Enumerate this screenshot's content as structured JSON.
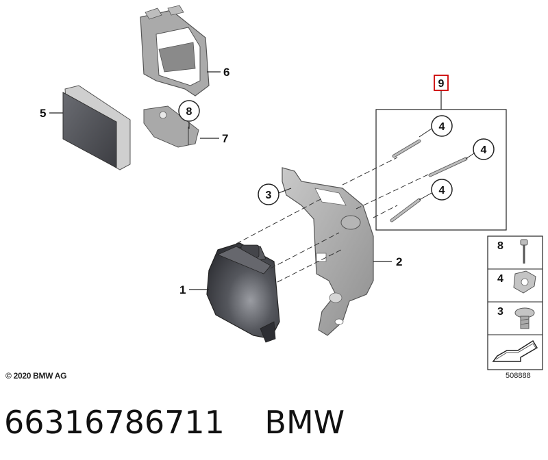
{
  "copyright": "© 2020 BMW AG",
  "diagram_id": "508888",
  "caption": "66316786711    BMW",
  "callouts": {
    "c1": "1",
    "c2": "2",
    "c3": "3",
    "c4a": "4",
    "c4b": "4",
    "c4c": "4",
    "c5": "5",
    "c6": "6",
    "c7": "7",
    "c8": "8",
    "c9": "9"
  },
  "side_panel": {
    "row8": "8",
    "row4": "4",
    "row3": "3"
  },
  "colors": {
    "highlight": "#cc0000",
    "part_gray": "#a8a8a8",
    "sensor_dark": "#4a4b50"
  }
}
